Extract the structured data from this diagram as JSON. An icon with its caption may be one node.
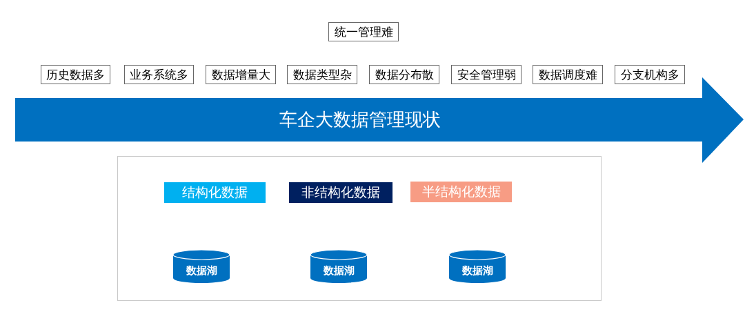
{
  "diagram": {
    "nodes": [
      {
        "text": [
          "统一管理难"
        ]
      },
      {
        "text": [
          "历史数据多"
        ]
      },
      {
        "text": [
          "业务系统多"
        ]
      },
      {
        "text": [
          "数据增量大"
        ]
      },
      {
        "text": [
          "数据类型杂"
        ]
      },
      {
        "text": [
          "数据分布散"
        ]
      },
      {
        "text": [
          "安全管理弱"
        ]
      },
      {
        "text": [
          "数据调度难"
        ]
      },
      {
        "text": [
          "分支机构多"
        ]
      },
      {
        "text": [
          "车企大数据管理现状"
        ]
      },
      {
        "text": [],
        "shape": "box"
      },
      {
        "text": [
          "结构化数据"
        ],
        "in": 10
      },
      {
        "text": [
          "非结构化数据"
        ],
        "in": 10
      },
      {
        "text": [
          "半结构化数据"
        ],
        "in": 10
      },
      {
        "text": [
          "数据湖"
        ],
        "in": 10
      },
      {
        "text": [
          "数据湖"
        ],
        "in": 10
      },
      {
        "text": [
          "数据湖"
        ],
        "in": 10
      }
    ],
    "edges": []
  }
}
